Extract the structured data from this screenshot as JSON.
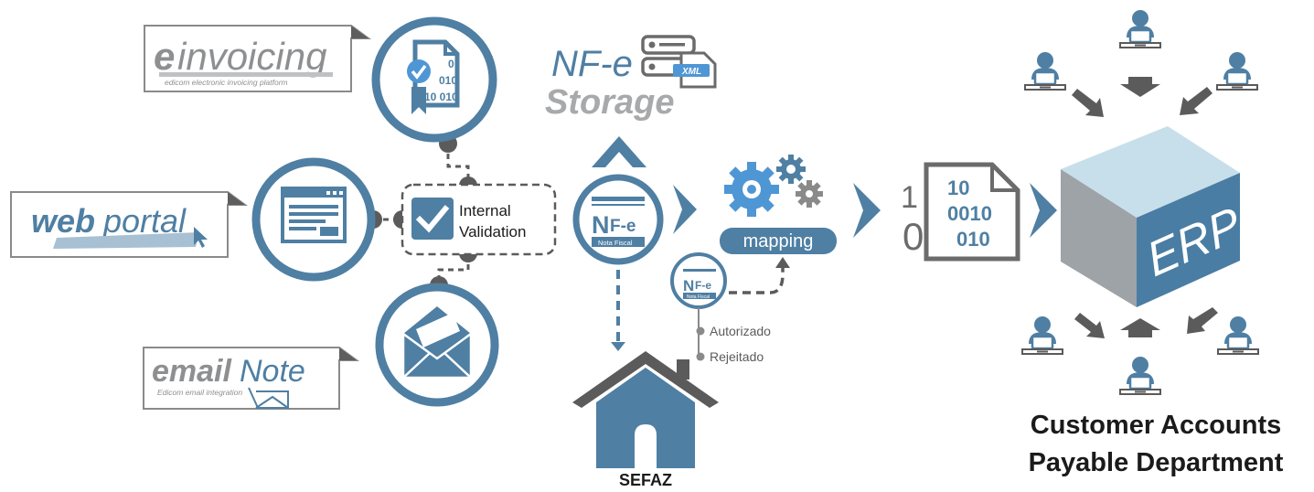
{
  "colors": {
    "primary_blue": "#4f7fa3",
    "light_blue": "#4f96d4",
    "gray": "#6b6b6b",
    "light_gray": "#a9aaab",
    "dark": "#1b1b1b",
    "cube_top": "#c5deea",
    "cube_left": "#a0a4a7",
    "cube_right": "#4a7da3"
  },
  "badges": {
    "einvoicing": {
      "word_a": "e",
      "word_b": "invoicing",
      "tagline": "edicom electronic invoicing platform"
    },
    "webportal": {
      "word_a": "web",
      "word_b": "portal"
    },
    "emailnote": {
      "word_a": "email",
      "word_b": "Note",
      "tagline": "Edicom email integration"
    }
  },
  "invoice_icon": {
    "binary_lines": [
      "0",
      "010",
      "10 010"
    ]
  },
  "validation": {
    "line1": "Internal",
    "line2": "Validation"
  },
  "storage": {
    "title": "NF-e",
    "subtitle": "Storage",
    "xml_tag": "XML"
  },
  "nfe_logo": {
    "mark_n": "N",
    "mark_text": "F-e",
    "caption": "Nota Fiscal"
  },
  "mapping": {
    "label": "mapping"
  },
  "status": {
    "approved": "Autorizado",
    "rejected": "Rejeitado"
  },
  "sefaz": {
    "label": "SEFAZ"
  },
  "binary_doc": {
    "outside_1": "1",
    "outside_0": "0",
    "lines": [
      "10",
      "0010",
      "010"
    ]
  },
  "erp": {
    "label": "ERP"
  },
  "department": {
    "line1": "Customer Accounts",
    "line2": "Payable Department"
  },
  "icons": [
    "medal-document-icon",
    "browser-window-icon",
    "envelope-icon",
    "checkbox-icon",
    "gears-icon",
    "server-xml-icon",
    "house-icon",
    "user-workstation-icon",
    "cursor-icon"
  ]
}
